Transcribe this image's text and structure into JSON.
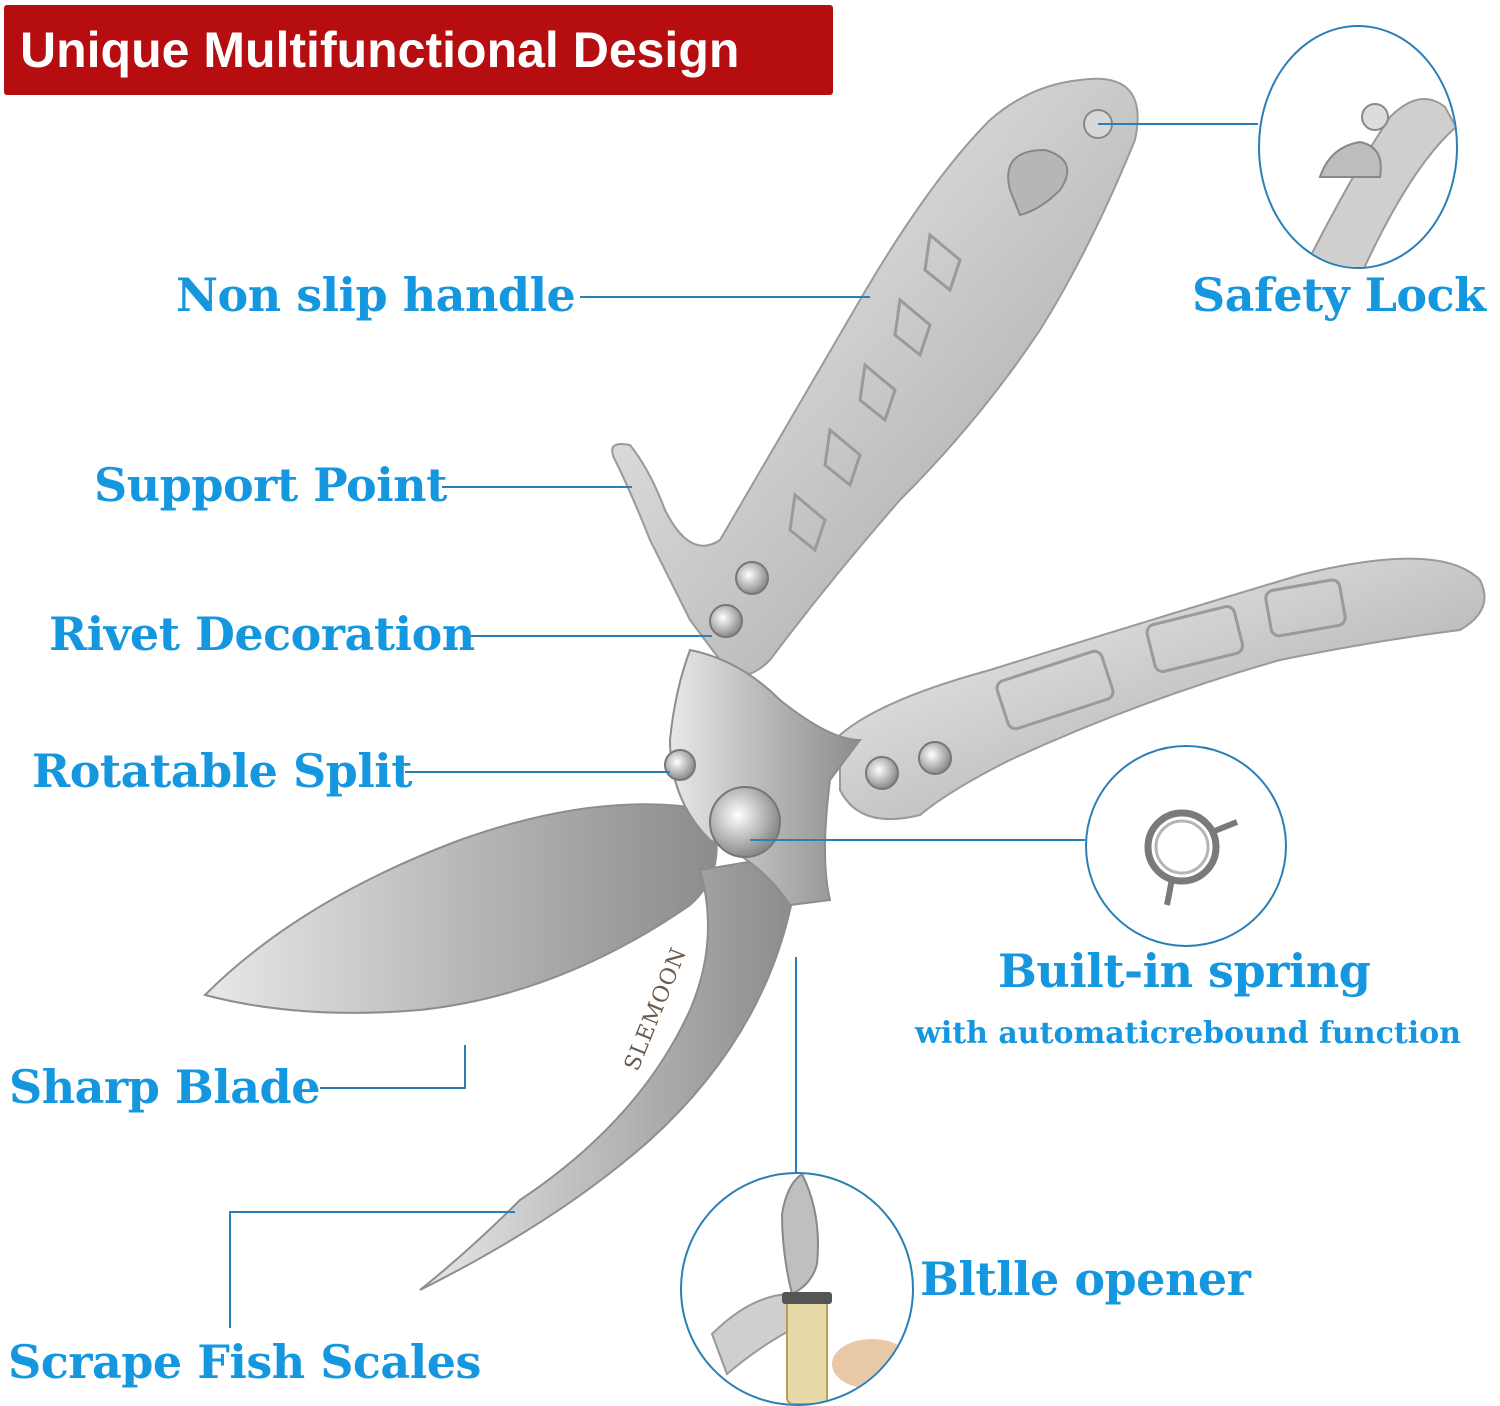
{
  "banner": {
    "title": "Unique Multifunctional Design"
  },
  "labels": {
    "non_slip_handle": "Non slip handle",
    "safety_lock": "Safety Lock",
    "support_point": "Support Point",
    "rivet_decoration": "Rivet Decoration",
    "rotatable_split": "Rotatable Split",
    "built_in_spring": "Built-in spring",
    "built_in_spring_sub": "with automaticrebound function",
    "sharp_blade": "Sharp Blade",
    "bottle_opener": "Bltlle opener",
    "scrape_fish_scales": "Scrape Fish Scales"
  },
  "product": {
    "brand_engraving": "SLEMOON"
  },
  "colors": {
    "banner_bg": "#b50d10",
    "label_text": "#1597e0",
    "leader_line": "#2a7fb6"
  }
}
